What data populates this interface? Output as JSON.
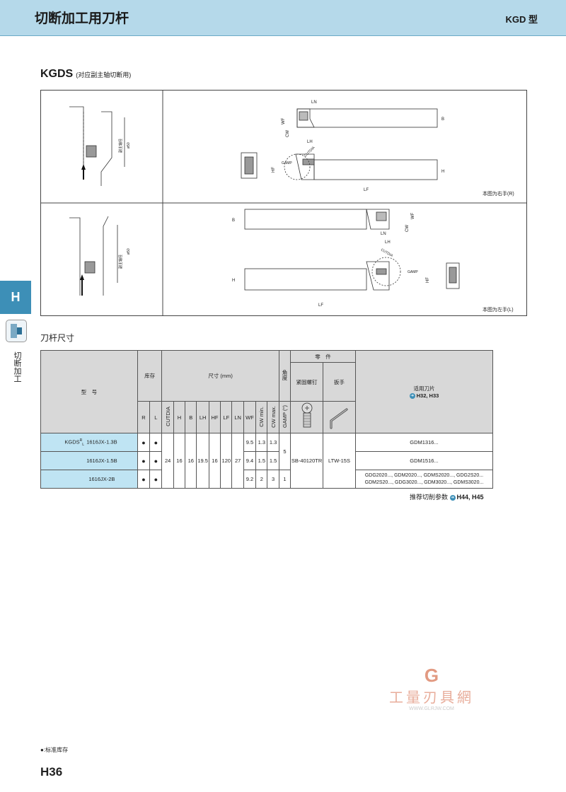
{
  "header": {
    "title": "切断加工用刀杆",
    "type_label": "KGD 型"
  },
  "side_tab": {
    "letter": "H",
    "label": "切断加工",
    "icon": "cutoff-tool-icon"
  },
  "section": {
    "title": "KGDS",
    "subtitle": "(对应副主轴切断用)"
  },
  "drawing": {
    "right_hand": {
      "labels": {
        "ln": "LN",
        "b": "B",
        "wf": "WF",
        "cw": "CW",
        "lh": "LH",
        "cutdia": "CUTDIA",
        "gamp": "GAMP",
        "hf": "HF",
        "h": "H",
        "lf": "LF"
      },
      "dia_label": "副主轴径",
      "dia_value": "ø50",
      "caption": "本图为右手(R)"
    },
    "left_hand": {
      "labels": {
        "b": "B",
        "wf": "WF",
        "cw": "CW",
        "ln": "LN",
        "lh": "LH",
        "cutdia": "CUTDIA",
        "gamp": "GAMP",
        "h": "H",
        "hf": "HF",
        "lf": "LF"
      },
      "dia_label": "副主轴径",
      "dia_value": "ø50",
      "caption": "本图为左手(L)"
    }
  },
  "table": {
    "title": "刀杆尺寸",
    "headers": {
      "model": "型　号",
      "stock": "库存",
      "r": "R",
      "l": "L",
      "dims": "尺寸 (mm)",
      "angle": "角度",
      "parts": "零　件",
      "screw": "紧固螺钉",
      "wrench": "扳手",
      "inserts": "适用刀片",
      "insert_ref": "H32, H33",
      "dim_cols": [
        "CUTDIA",
        "H",
        "B",
        "LH",
        "HF",
        "LF",
        "LN",
        "WF",
        "CW min.",
        "CW max.",
        "GAMP (°)"
      ]
    },
    "icons": {
      "screw": "screw-icon",
      "wrench": "hex-wrench-icon"
    },
    "prefix": "KGDS",
    "prefix_sup": "R",
    "prefix_sub": "L",
    "rows": [
      {
        "model": "1616JX-1.3B",
        "r": "●",
        "l": "●",
        "wf": "9.5",
        "cw_min": "1.3",
        "cw_max": "1.3",
        "inserts": "GDM1316..."
      },
      {
        "model": "1616JX-1.5B",
        "r": "●",
        "l": "●",
        "wf": "9.4",
        "cw_min": "1.5",
        "cw_max": "1.5",
        "inserts": "GDM1516..."
      },
      {
        "model": "1616JX-2B",
        "r": "●",
        "l": "●",
        "wf": "9.2",
        "cw_min": "2",
        "cw_max": "3",
        "gamp": "1",
        "inserts_line1": "GDG2020..., GDM2020..., GDMS2020..., GDG2S20...",
        "inserts_line2": "GDM2S20..., GDG3020..., GDM3020..., GDMS3020..."
      }
    ],
    "shared": {
      "cutdia": "24",
      "h": "16",
      "b": "16",
      "lh": "19.5",
      "hf": "16",
      "lf": "120",
      "ln": "27",
      "gamp_top": "5",
      "screw": "SB-40120TR",
      "wrench": "LTW-15S"
    }
  },
  "recommend": {
    "label": "推荐切削参数",
    "ref": "H44, H45"
  },
  "watermark": {
    "logo": "G",
    "name": "工量刃具網",
    "url": "WWW.GLRJW.COM"
  },
  "legend": {
    "symbol": "●",
    "text": ":标准库存"
  },
  "page_number": "H36"
}
